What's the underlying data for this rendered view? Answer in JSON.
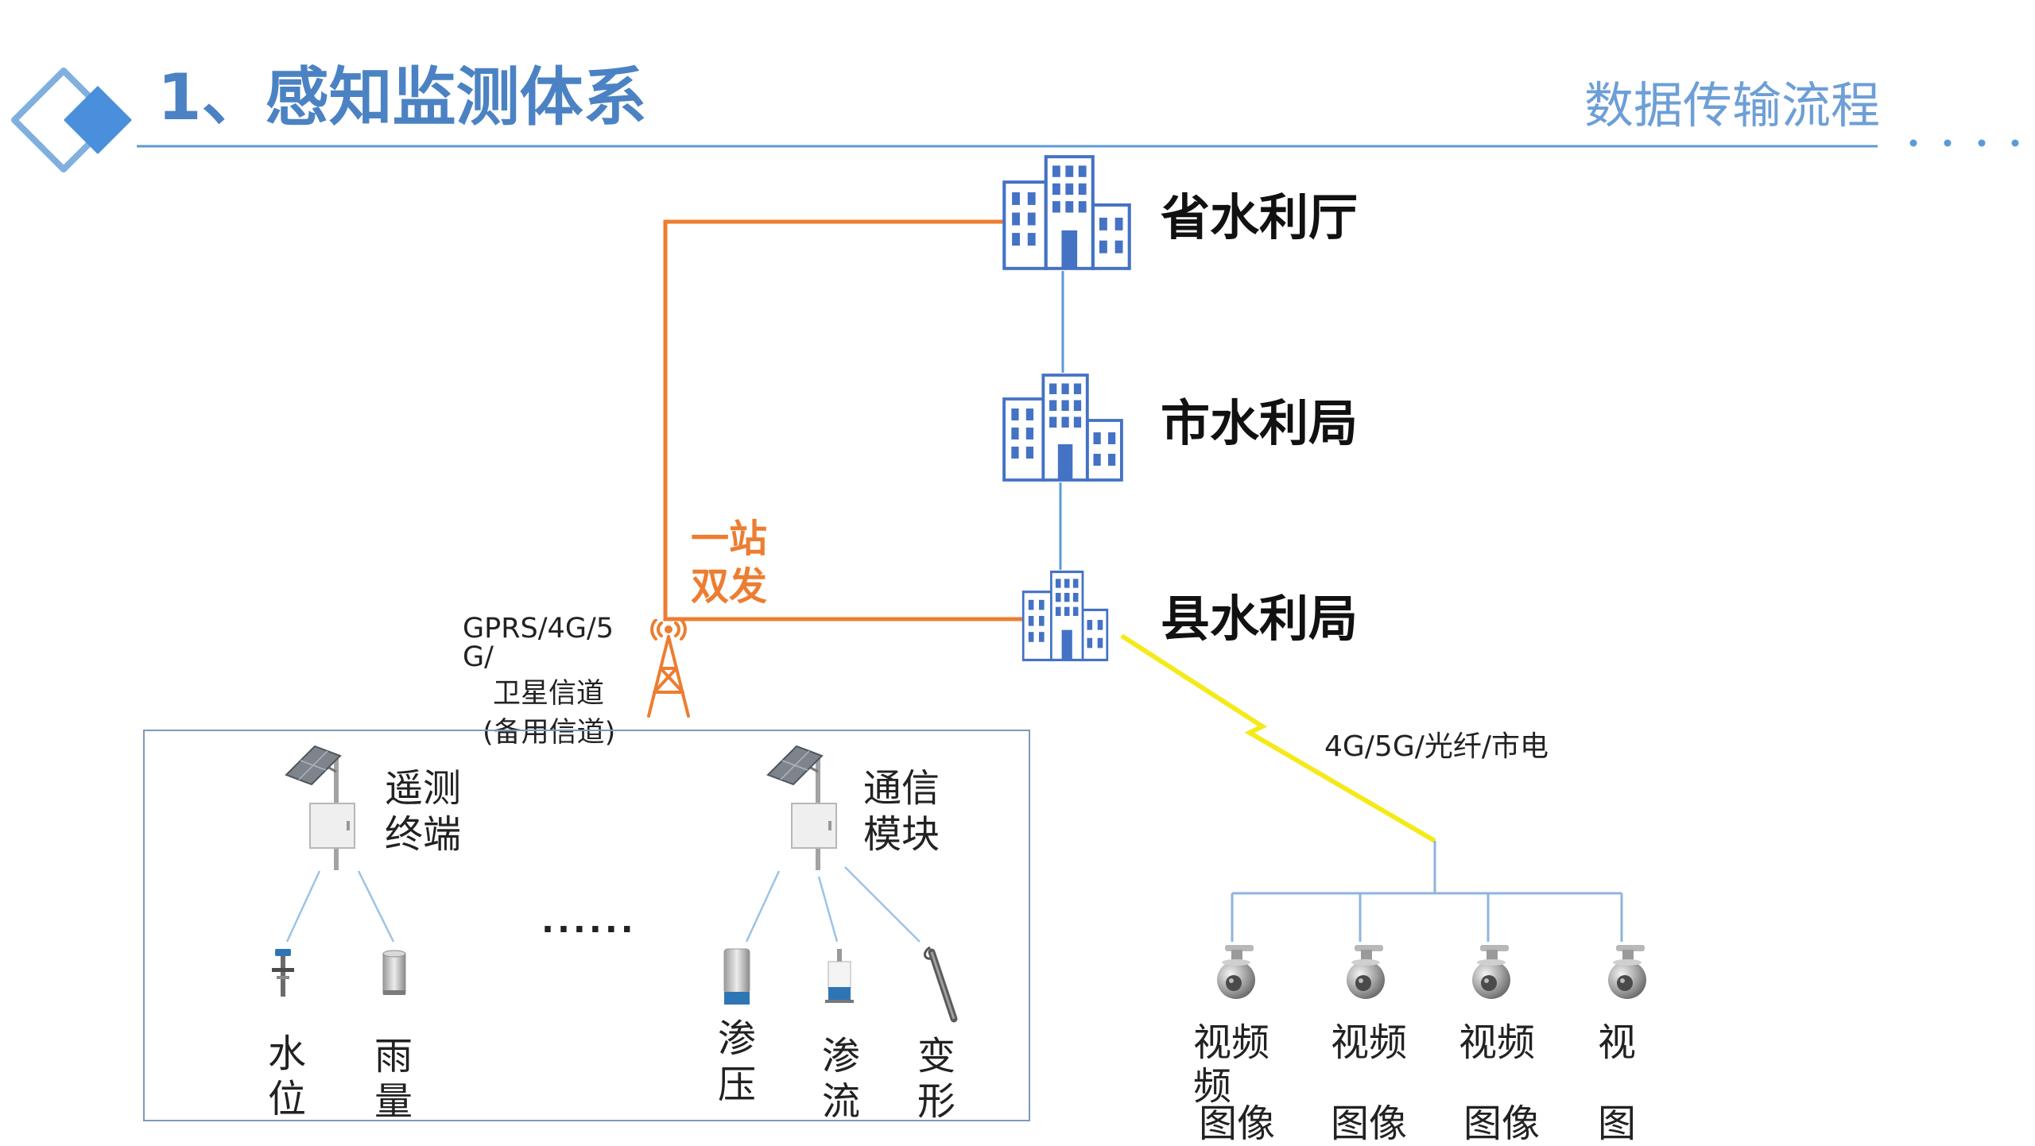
{
  "colors": {
    "title": "#4b82c3",
    "subtitle": "#6d9fd6",
    "orange": "#ed7d31",
    "building": "#4472c4",
    "line_blue": "#5b9bd5",
    "lightning": "#f4ea1a"
  },
  "header": {
    "logo_icon": "diamond-logo-icon",
    "title": "1、感知监测体系",
    "subtitle": "数据传输流程"
  },
  "agencies": [
    {
      "label": "省水利厅",
      "icon": "building-icon"
    },
    {
      "label": "市水利局",
      "icon": "building-icon"
    },
    {
      "label": "县水利局",
      "icon": "building-icon"
    }
  ],
  "dual_send": {
    "line1": "一站",
    "line2": "双发"
  },
  "channel": {
    "icon": "signal-tower-icon",
    "lines": [
      "GPRS/4G/5",
      "G/",
      "卫星信道",
      "(备用信道)"
    ]
  },
  "terminals": [
    {
      "icon": "solar-terminal-icon",
      "lines": [
        "遥测",
        "终端"
      ]
    },
    {
      "icon": "solar-terminal-icon",
      "lines": [
        "通信",
        "模块"
      ]
    }
  ],
  "ellipsis": "......",
  "sensors": [
    {
      "icon": "water-level-sensor-icon",
      "lines": [
        "水",
        "位"
      ]
    },
    {
      "icon": "rain-gauge-icon",
      "lines": [
        "雨",
        "量"
      ]
    },
    {
      "icon": "seepage-pressure-sensor-icon",
      "lines": [
        "渗",
        "压"
      ]
    },
    {
      "icon": "seepage-flow-sensor-icon",
      "lines": [
        "渗",
        "流"
      ]
    },
    {
      "icon": "deformation-sensor-icon",
      "lines": [
        "变",
        "形"
      ]
    }
  ],
  "video_link": "4G/5G/光纤/市电",
  "cameras": [
    {
      "icon": "dome-camera-icon",
      "lines": [
        "视频",
        "频",
        "图像"
      ]
    },
    {
      "icon": "dome-camera-icon",
      "lines": [
        "视频",
        "图像"
      ]
    },
    {
      "icon": "dome-camera-icon",
      "lines": [
        "视频",
        "图像"
      ]
    },
    {
      "icon": "dome-camera-icon",
      "lines": [
        "视",
        "图"
      ]
    }
  ]
}
